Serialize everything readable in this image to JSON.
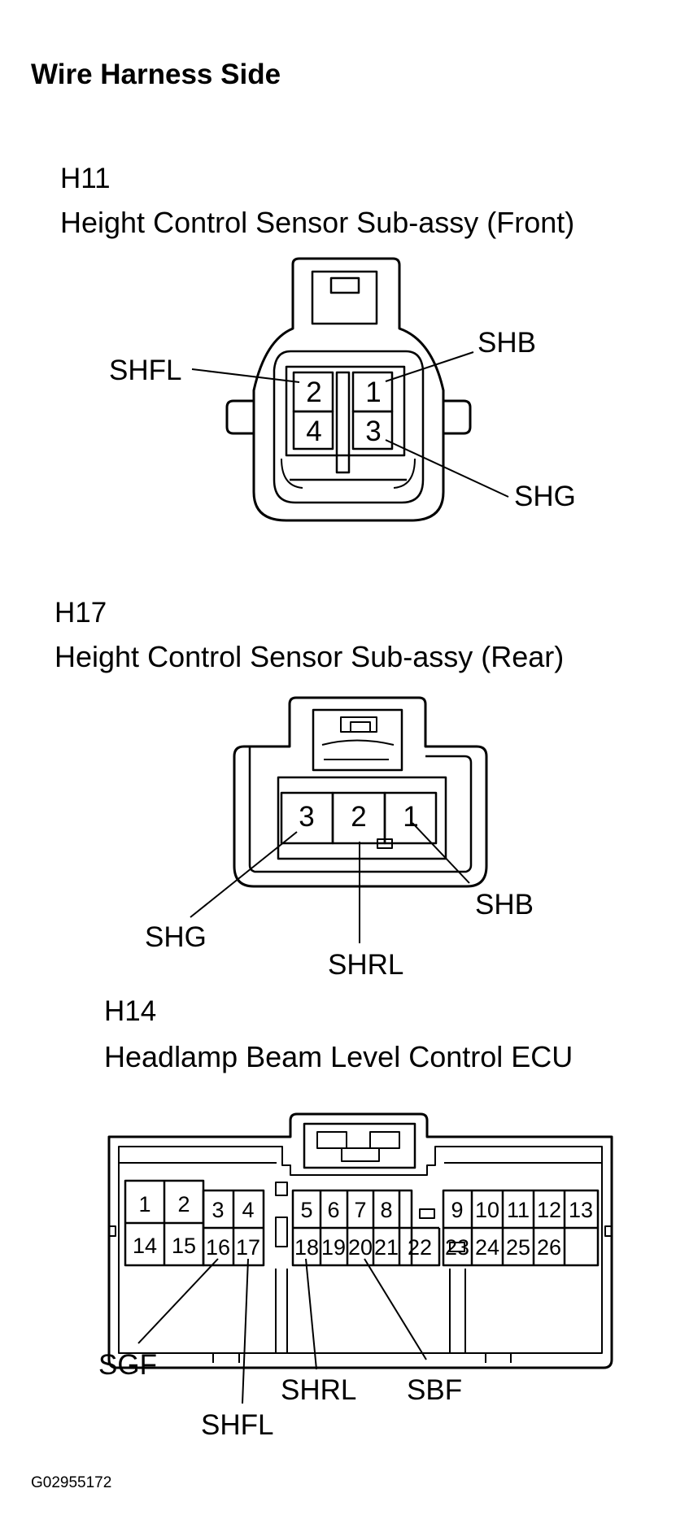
{
  "page_title": "Wire Harness Side",
  "figure_id": "G02955172",
  "connectors": {
    "h11": {
      "code": "H11",
      "name": "Height Control Sensor Sub-assy (Front)",
      "pins": [
        "2",
        "1",
        "4",
        "3"
      ],
      "signals": {
        "pin2": "SHFL",
        "pin1": "SHB",
        "pin3": "SHG"
      }
    },
    "h17": {
      "code": "H17",
      "name": "Height Control Sensor Sub-assy (Rear)",
      "pins": [
        "3",
        "2",
        "1"
      ],
      "signals": {
        "pin3": "SHG",
        "pin2": "SHRL",
        "pin1": "SHB"
      }
    },
    "h14": {
      "code": "H14",
      "name": "Headlamp Beam Level Control ECU",
      "pins": [
        "1",
        "2",
        "3",
        "4",
        "5",
        "6",
        "7",
        "8",
        "9",
        "10",
        "11",
        "12",
        "13",
        "14",
        "15",
        "16",
        "17",
        "18",
        "19",
        "20",
        "21",
        "22",
        "23",
        "24",
        "25",
        "26"
      ],
      "signals": {
        "pin16": "SGF",
        "pin17": "SHFL",
        "pin18": "SHRL",
        "pin20": "SBF"
      }
    }
  }
}
